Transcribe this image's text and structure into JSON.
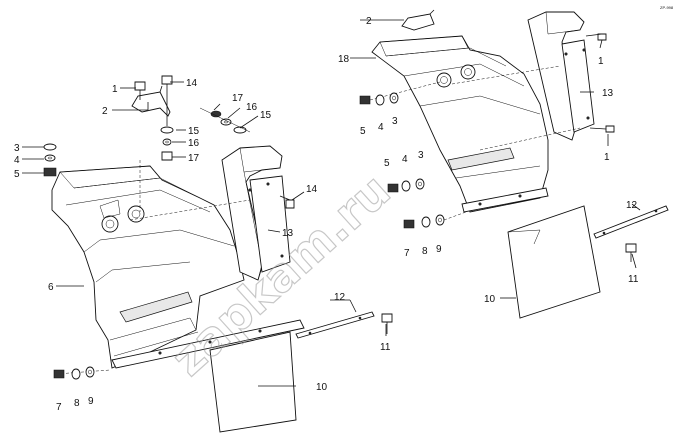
{
  "watermark": "zapkam.ru",
  "corner_mark": "ZP-998",
  "callouts": [
    {
      "id": "c1",
      "label": "1"
    },
    {
      "id": "c2",
      "label": "2"
    },
    {
      "id": "c3",
      "label": "3"
    },
    {
      "id": "c4",
      "label": "4"
    },
    {
      "id": "c5",
      "label": "5"
    },
    {
      "id": "c6",
      "label": "6"
    },
    {
      "id": "c7",
      "label": "7"
    },
    {
      "id": "c8",
      "label": "8"
    },
    {
      "id": "c9",
      "label": "9"
    },
    {
      "id": "c10",
      "label": "10"
    },
    {
      "id": "c11",
      "label": "11"
    },
    {
      "id": "c12",
      "label": "12"
    },
    {
      "id": "c13",
      "label": "13"
    },
    {
      "id": "c14",
      "label": "14"
    },
    {
      "id": "c15",
      "label": "15"
    },
    {
      "id": "c16",
      "label": "16"
    },
    {
      "id": "c17",
      "label": "17"
    },
    {
      "id": "c18",
      "label": "18"
    }
  ]
}
